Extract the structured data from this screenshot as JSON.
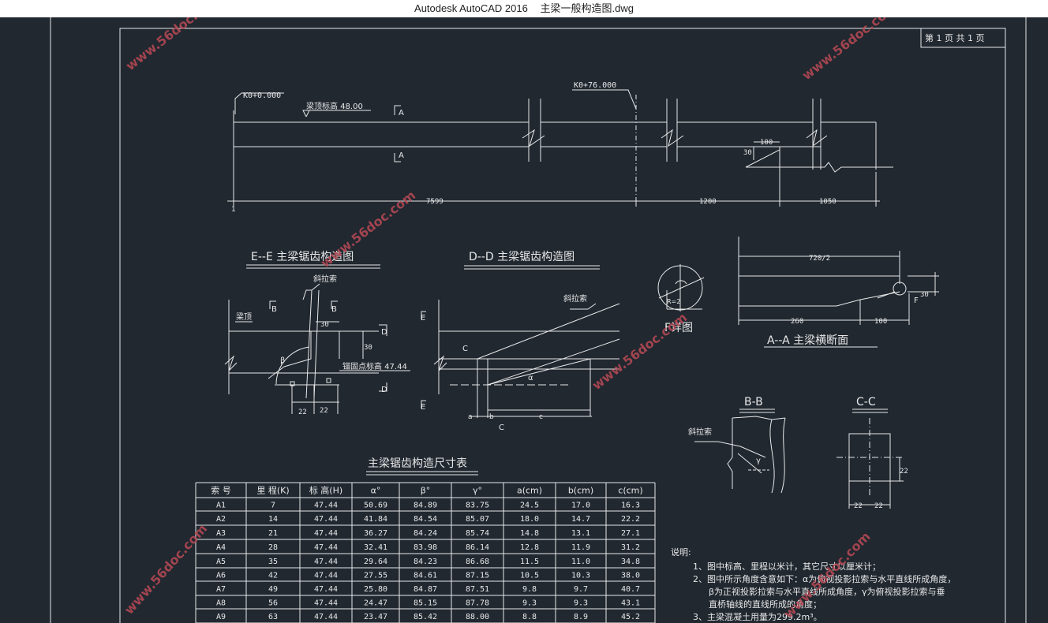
{
  "window": {
    "app_title": "Autodesk AutoCAD 2016",
    "file_name": "主梁一般构造图.dwg"
  },
  "colors": {
    "background": "#212830",
    "line": "#e8e8e8",
    "watermark": "#b94a55"
  },
  "watermark": "www.56doc.com",
  "drawing": {
    "page_label": "第 1 页 共 1 页",
    "elevation": {
      "station_start": "K0+0.000",
      "station_end": "K0+76.000",
      "top_elevation": "梁顶标高 48.00",
      "section_a": "A",
      "dim_total": "7599",
      "dim_mid": "1200",
      "dim_end": "1050",
      "dim_small": "1",
      "dim_100": "100",
      "dim_30": "30"
    },
    "ee": {
      "title": "E--E 主梁锯齿构造图",
      "cable": "斜拉索",
      "beam_top": "梁顶",
      "anchor": "锚固点标高 47.44",
      "b": "B",
      "d": "D",
      "dim_30a": "30",
      "dim_30b": "30",
      "beta": "β",
      "dim_22a": "22",
      "dim_22b": "22"
    },
    "dd": {
      "title": "D--D 主梁锯齿构造图",
      "cable": "斜拉索",
      "e": "E",
      "c_mark": "C",
      "alpha": "α",
      "a": "a",
      "b": "b",
      "c": "c"
    },
    "detail": {
      "title": "F详图",
      "r": "R=2"
    },
    "aa": {
      "title": "A--A 主梁横断面",
      "dim_top": "720/2",
      "dim_260": "260",
      "dim_100": "100",
      "dim_30": "30",
      "f": "F"
    },
    "bb": {
      "title": "B-B",
      "cable": "斜拉索",
      "gamma": "γ"
    },
    "cc": {
      "title": "C-C",
      "dim_22": "22",
      "dim_22a": "22",
      "dim_22b": "22"
    },
    "table": {
      "title": "主梁锯齿构造尺寸表",
      "headers": [
        "索 号",
        "里 程(K)",
        "标 高(H)",
        "α°",
        "β°",
        "γ°",
        "a(cm)",
        "b(cm)",
        "c(cm)"
      ],
      "rows": [
        [
          "A1",
          "7",
          "47.44",
          "50.69",
          "84.89",
          "83.75",
          "24.5",
          "17.0",
          "16.3"
        ],
        [
          "A2",
          "14",
          "47.44",
          "41.84",
          "84.54",
          "85.07",
          "18.0",
          "14.7",
          "22.2"
        ],
        [
          "A3",
          "21",
          "47.44",
          "36.27",
          "84.24",
          "85.74",
          "14.8",
          "13.1",
          "27.1"
        ],
        [
          "A4",
          "28",
          "47.44",
          "32.41",
          "83.98",
          "86.14",
          "12.8",
          "11.9",
          "31.2"
        ],
        [
          "A5",
          "35",
          "47.44",
          "29.64",
          "84.23",
          "86.68",
          "11.5",
          "11.0",
          "34.8"
        ],
        [
          "A6",
          "42",
          "47.44",
          "27.55",
          "84.61",
          "87.15",
          "10.5",
          "10.3",
          "38.0"
        ],
        [
          "A7",
          "49",
          "47.44",
          "25.80",
          "84.87",
          "87.51",
          "9.8",
          "9.7",
          "40.7"
        ],
        [
          "A8",
          "56",
          "47.44",
          "24.47",
          "85.15",
          "87.78",
          "9.3",
          "9.3",
          "43.1"
        ],
        [
          "A9",
          "63",
          "47.44",
          "23.47",
          "85.42",
          "88.00",
          "8.8",
          "8.9",
          "45.2"
        ]
      ]
    },
    "notes": {
      "heading": "说明:",
      "lines": [
        "1、图中标高、里程以米计，其它尺寸以厘米计；",
        "2、图中所示角度含意如下：α为俯视投影拉索与水平直线所成角度，",
        "β为正视投影拉索与水平直线所成角度，γ为俯视投影拉索与垂",
        "直桥轴线的直线所成的角度；",
        "3、主梁混凝土用量为299.2m³。"
      ]
    }
  }
}
